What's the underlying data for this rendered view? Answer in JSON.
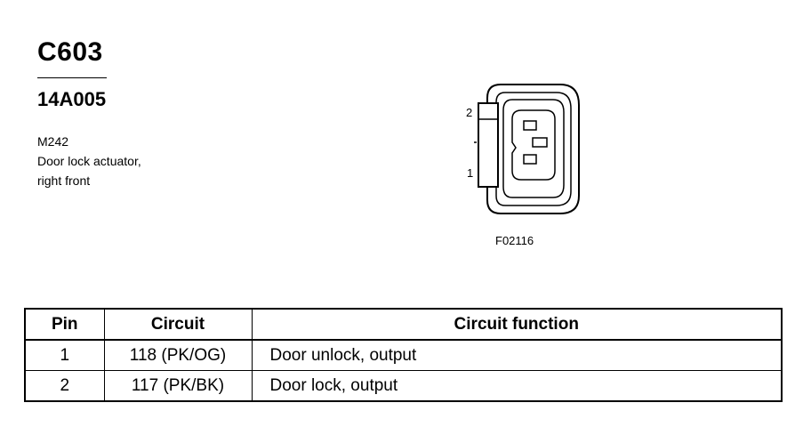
{
  "header": {
    "connector_id": "C603",
    "part_number": "14A005",
    "description_lines": [
      "M242",
      "Door lock actuator,",
      "right front"
    ]
  },
  "figure": {
    "pin_labels": [
      "2",
      "1"
    ],
    "code": "F02116"
  },
  "table": {
    "headers": [
      "Pin",
      "Circuit",
      "Circuit function"
    ],
    "rows": [
      {
        "pin": "1",
        "circuit": "118 (PK/OG)",
        "function": "Door unlock, output"
      },
      {
        "pin": "2",
        "circuit": "117 (PK/BK)",
        "function": "Door lock, output"
      }
    ]
  }
}
